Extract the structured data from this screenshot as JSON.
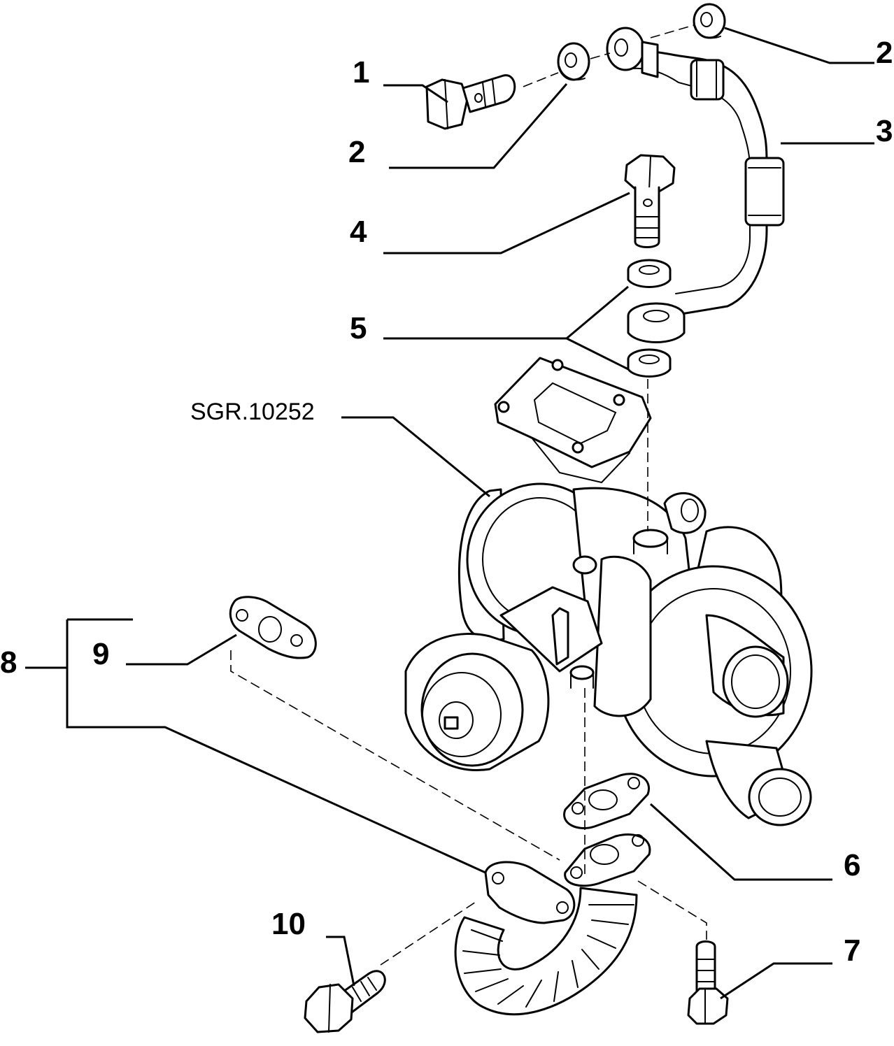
{
  "drawing_ref": "SGR.10252",
  "callouts": [
    {
      "id": "1",
      "text": "1"
    },
    {
      "id": "2a",
      "text": "2"
    },
    {
      "id": "2b",
      "text": "2"
    },
    {
      "id": "3",
      "text": "3"
    },
    {
      "id": "4",
      "text": "4"
    },
    {
      "id": "5",
      "text": "5"
    },
    {
      "id": "6",
      "text": "6"
    },
    {
      "id": "7",
      "text": "7"
    },
    {
      "id": "8",
      "text": "8"
    },
    {
      "id": "9",
      "text": "9"
    },
    {
      "id": "10",
      "text": "10"
    }
  ],
  "parts": [
    {
      "name": "banjo-bolt-icon"
    },
    {
      "name": "sealing-washer-icon"
    },
    {
      "name": "oil-feed-pipe-icon"
    },
    {
      "name": "hollow-bolt-icon"
    },
    {
      "name": "washer-icon"
    },
    {
      "name": "flange-gasket-icon"
    },
    {
      "name": "screw-icon"
    },
    {
      "name": "oil-return-hose-icon"
    },
    {
      "name": "gasket-icon"
    },
    {
      "name": "bolt-icon"
    },
    {
      "name": "turbocharger-icon"
    }
  ]
}
